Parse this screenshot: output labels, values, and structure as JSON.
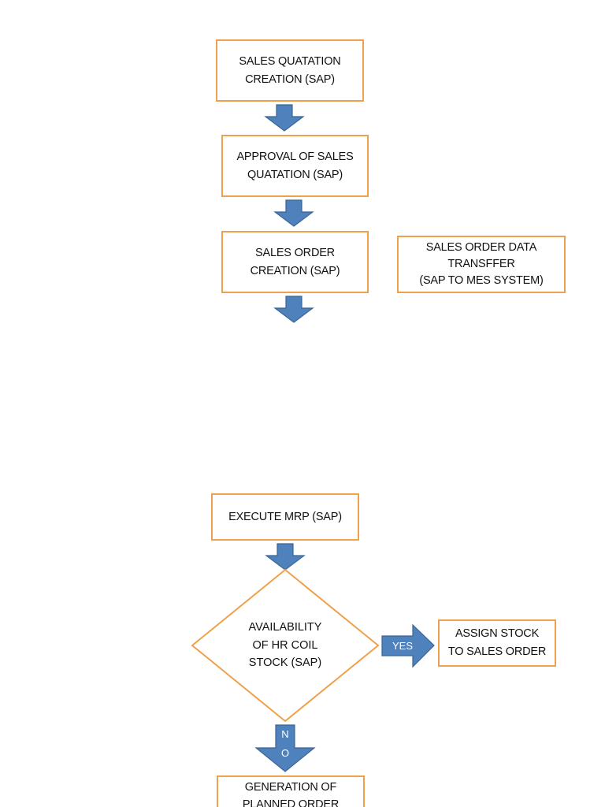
{
  "colors": {
    "box_border": "#f0a04b",
    "arrow_fill": "#4f81bd",
    "arrow_stroke": "#3b6593"
  },
  "nodes": {
    "sales_quotation_creation": "SALES QUATATION\nCREATION (SAP)",
    "approval_of_sales_quotation": "APPROVAL OF SALES\nQUATATION (SAP)",
    "sales_order_creation": "SALES ORDER\nCREATION (SAP)",
    "sales_order_data_transfer": "SALES ORDER DATA\nTRANSFFER\n(SAP TO MES SYSTEM)",
    "execute_mrp": "EXECUTE MRP  (SAP)",
    "availability_decision": "AVAILABILITY\nOF HR COIL\nSTOCK (SAP)",
    "assign_stock": "ASSIGN STOCK\nTO SALES ORDER",
    "generation_of_planned_order": "GENERATION OF\nPLANNED ORDER"
  },
  "arrows": {
    "yes_label": "YES",
    "no_label_1": "N",
    "no_label_2": "O"
  }
}
